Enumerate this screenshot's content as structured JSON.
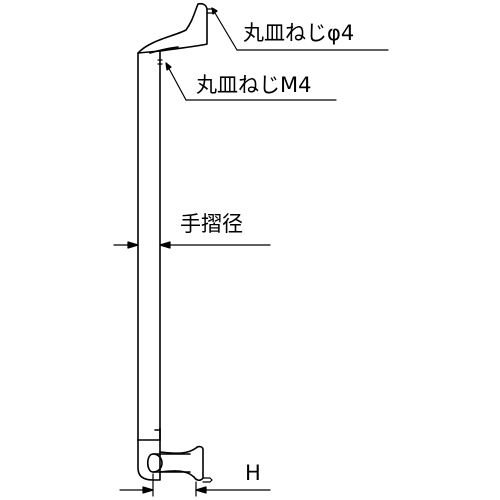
{
  "labels": {
    "screw_phi4": "丸皿ねじφ4",
    "screw_m4": "丸皿ねじM4",
    "handrail_diameter": "手摺径",
    "height": "H"
  }
}
